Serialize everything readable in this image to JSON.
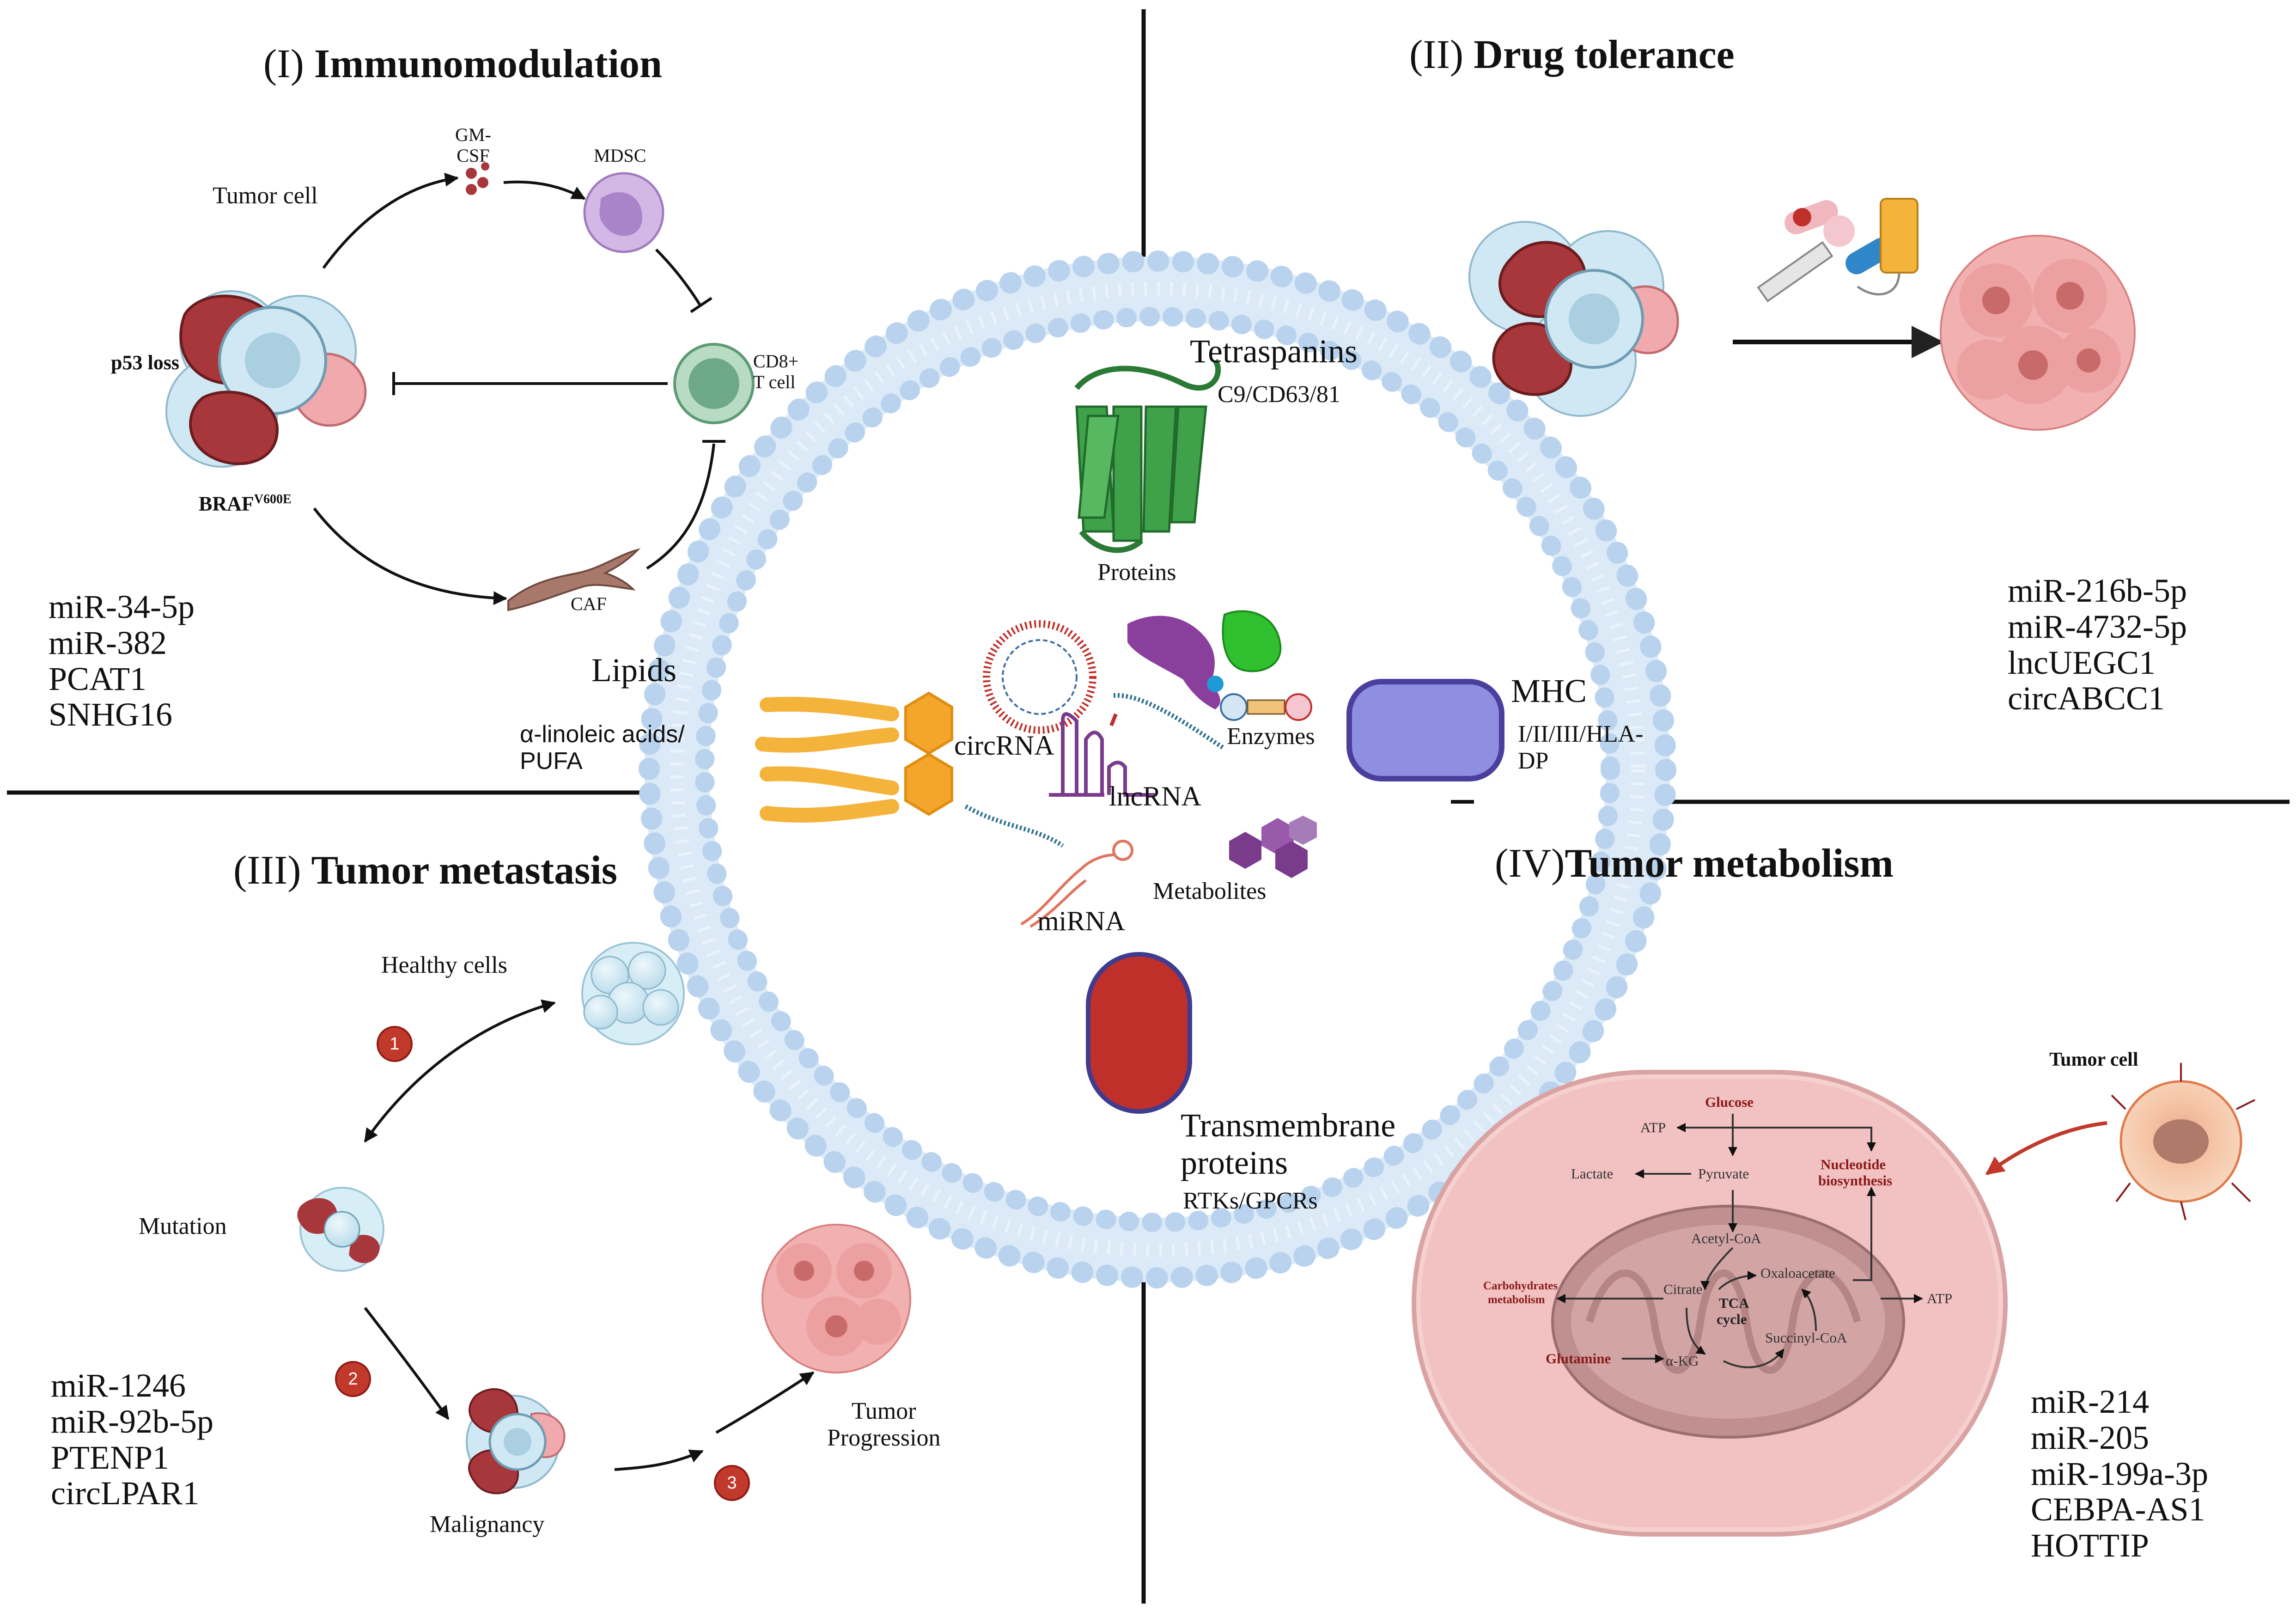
{
  "quadrants": {
    "immunomodulation": {
      "title_roman": "(I)",
      "title_text": "Immunomodulation",
      "labels": {
        "tumor_cell": "Tumor cell",
        "gm_csf_line1": "GM-",
        "gm_csf_line2": "CSF",
        "mdsc": "MDSC",
        "cd8_line1": "CD8+",
        "cd8_line2": "T cell",
        "p53": "p53 loss",
        "braf": "BRAF",
        "braf_sup": "V600E",
        "caf": "CAF"
      },
      "molecules": [
        "miR-34-5p",
        "miR-382",
        "PCAT1",
        "SNHG16"
      ]
    },
    "drug_tolerance": {
      "title_roman": "(II)",
      "title_text": "Drug tolerance",
      "molecules": [
        "miR-216b-5p",
        "miR-4732-5p",
        "lncUEGC1",
        "circABCC1"
      ]
    },
    "metastasis": {
      "title_roman": "(III)",
      "title_text": "Tumor metastasis",
      "labels": {
        "healthy": "Healthy cells",
        "mutation": "Mutation",
        "malignancy": "Malignancy",
        "progression_line1": "Tumor",
        "progression_line2": "Progression"
      },
      "steps": [
        "1",
        "2",
        "3"
      ],
      "molecules": [
        "miR-1246",
        "miR-92b-5p",
        "PTENP1",
        "circLPAR1"
      ]
    },
    "metabolism": {
      "title_roman": "(IV)",
      "title_text": "Tumor metabolism",
      "tumor_cell": "Tumor cell",
      "pathway": {
        "glucose": "Glucose",
        "atp_top": "ATP",
        "lactate": "Lactate",
        "pyruvate": "Pyruvate",
        "nucleotide_line1": "Nucleotide",
        "nucleotide_line2": "biosynthesis",
        "acetyl_coa": "Acetyl-CoA",
        "oxaloacetate": "Oxaloacetate",
        "citrate": "Citrate",
        "carb_line1": "Carbohydrates",
        "carb_line2": "metabolism",
        "tca_line1": "TCA",
        "tca_line2": "cycle",
        "atp_right": "ATP",
        "glutamine": "Glutamine",
        "akg": "α-KG",
        "succinyl": "Succinyl-CoA"
      },
      "molecules": [
        "miR-214",
        "miR-205",
        "miR-199a-3p",
        "CEBPA-AS1",
        "HOTTIP"
      ]
    }
  },
  "exosome": {
    "tetraspanins": "Tetraspanins",
    "tetraspanins_sub": "C9/CD63/81",
    "proteins": "Proteins",
    "lipids": "Lipids",
    "lipids_sub_line1": "α-linoleic acids/",
    "lipids_sub_line2": "PUFA",
    "circrna": "circRNA",
    "lncrna": "lncRNA",
    "mirna": "miRNA",
    "enzymes": "Enzymes",
    "metabolites": "Metabolites",
    "mhc": "MHC",
    "mhc_sub_line1": "I/II/III/HLA-",
    "mhc_sub_line2": "DP",
    "transmembrane_line1": "Transmembrane",
    "transmembrane_line2": "proteins",
    "transmembrane_sub": "RTKs/GPCRs"
  },
  "colors": {
    "membrane": "#b9d3ee",
    "tetraspanin": "#3fa24a",
    "lipid": "#f4b33a",
    "mhc": "#8f8fe2",
    "transmembrane": "#c0302b",
    "tumor_red": "#a8373b",
    "tumor_pink": "#f0a9ad",
    "cell_blue": "#cfe8f3"
  }
}
